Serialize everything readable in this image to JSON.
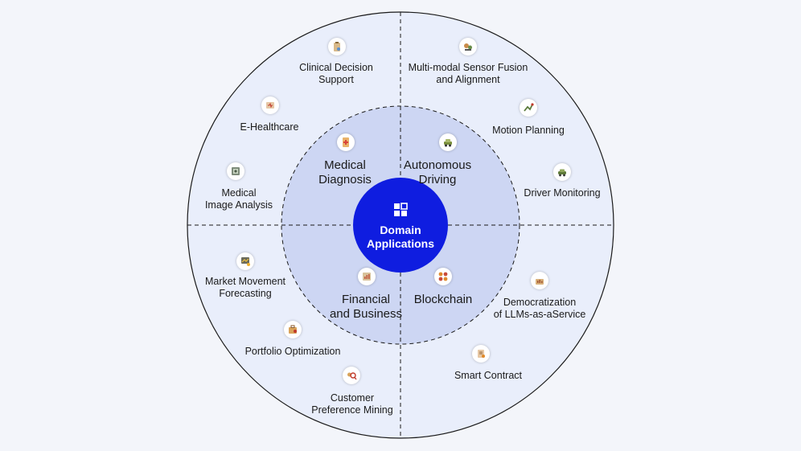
{
  "center": {
    "title": "Domain\nApplications",
    "icon": "grid-icon",
    "color": "#0f1de0"
  },
  "colors": {
    "outer_ring": "#e9eefb",
    "inner_ring": "#cdd6f3",
    "outline": "#1a1a1a"
  },
  "domains": [
    {
      "label": "Medical\nDiagnosis",
      "icon": "medical-diagnosis-icon",
      "applications": [
        {
          "label": "Clinical Decision\nSupport",
          "icon": "clipboard-icon"
        },
        {
          "label": "E-Healthcare",
          "icon": "health-record-icon"
        },
        {
          "label": "Medical\nImage Analysis",
          "icon": "xray-scan-icon"
        }
      ]
    },
    {
      "label": "Autonomous\nDriving",
      "icon": "autonomous-car-icon",
      "applications": [
        {
          "label": "Multi-modal  Sensor Fusion\nand Alignment",
          "icon": "sensor-fusion-icon"
        },
        {
          "label": "Motion Planning",
          "icon": "route-planning-icon"
        },
        {
          "label": "Driver Monitoring",
          "icon": "car-monitor-icon"
        }
      ]
    },
    {
      "label": "Financial\nand Business",
      "icon": "finance-icon",
      "applications": [
        {
          "label": "Market Movement\nForecasting",
          "icon": "market-chart-icon"
        },
        {
          "label": "Portfolio Optimization",
          "icon": "portfolio-icon"
        },
        {
          "label": "Customer\nPreference Mining",
          "icon": "customer-search-icon"
        }
      ]
    },
    {
      "label": "Blockchain",
      "icon": "blockchain-icon",
      "applications": [
        {
          "label": "Democratization\nof LLMs-as-aService",
          "icon": "service-icon"
        },
        {
          "label": "Smart Contract",
          "icon": "contract-icon"
        }
      ]
    }
  ]
}
